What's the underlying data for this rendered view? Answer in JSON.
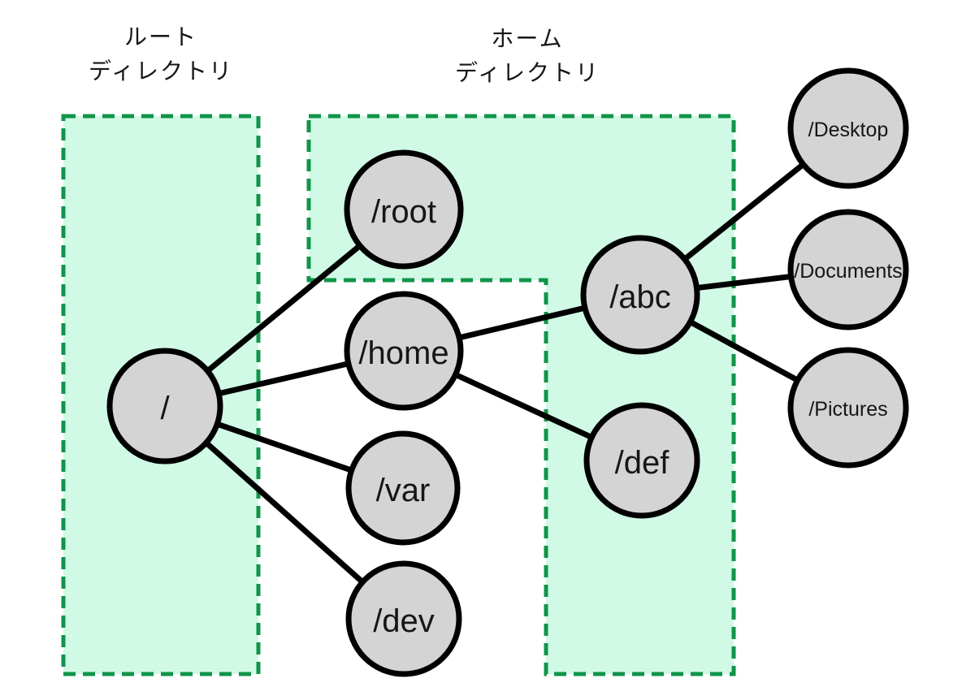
{
  "diagram": {
    "type": "filesystem-tree",
    "region_labels": [
      {
        "id": "root-directory",
        "line1": "ルート",
        "line2": "ディレクトリ"
      },
      {
        "id": "home-directory",
        "line1": "ホーム",
        "line2": "ディレクトリ"
      }
    ],
    "nodes": [
      {
        "id": "root",
        "label": "/"
      },
      {
        "id": "root-home",
        "label": "/root"
      },
      {
        "id": "home",
        "label": "/home"
      },
      {
        "id": "var",
        "label": "/var"
      },
      {
        "id": "dev",
        "label": "/dev"
      },
      {
        "id": "abc",
        "label": "/abc"
      },
      {
        "id": "def",
        "label": "/def"
      },
      {
        "id": "desktop",
        "label": "/Desktop"
      },
      {
        "id": "documents",
        "label": "/Documents"
      },
      {
        "id": "pictures",
        "label": "/Pictures"
      }
    ],
    "edges": [
      {
        "from": "/",
        "to": "/root"
      },
      {
        "from": "/",
        "to": "/home"
      },
      {
        "from": "/",
        "to": "/var"
      },
      {
        "from": "/",
        "to": "/dev"
      },
      {
        "from": "/home",
        "to": "/abc"
      },
      {
        "from": "/home",
        "to": "/def"
      },
      {
        "from": "/abc",
        "to": "/Desktop"
      },
      {
        "from": "/abc",
        "to": "/Documents"
      },
      {
        "from": "/abc",
        "to": "/Pictures"
      }
    ],
    "colors": {
      "region_fill": "#d0fae6",
      "region_border": "#11944a",
      "node_fill": "#d4d4d4",
      "node_border": "#000000",
      "edge": "#000000",
      "text": "#161616",
      "background": "#ffffff"
    }
  }
}
